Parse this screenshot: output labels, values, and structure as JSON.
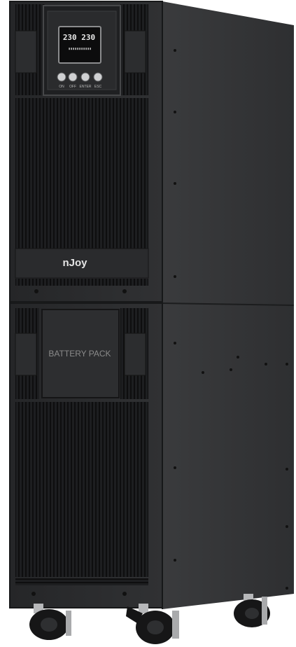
{
  "product": {
    "brand": "nJoy",
    "battery_label": "BATTERY PACK"
  },
  "display": {
    "digits": "230 230",
    "status_bar": "▮▮▮▮▮▮▮▮▮▮▮"
  },
  "buttons": [
    {
      "label": "ON"
    },
    {
      "label": "OFF"
    },
    {
      "label": "ENTER"
    },
    {
      "label": "ESC"
    }
  ],
  "colors": {
    "body": "#2b2c2e",
    "side": "#353638",
    "panel": "#1f2022",
    "background": "#ffffff"
  }
}
